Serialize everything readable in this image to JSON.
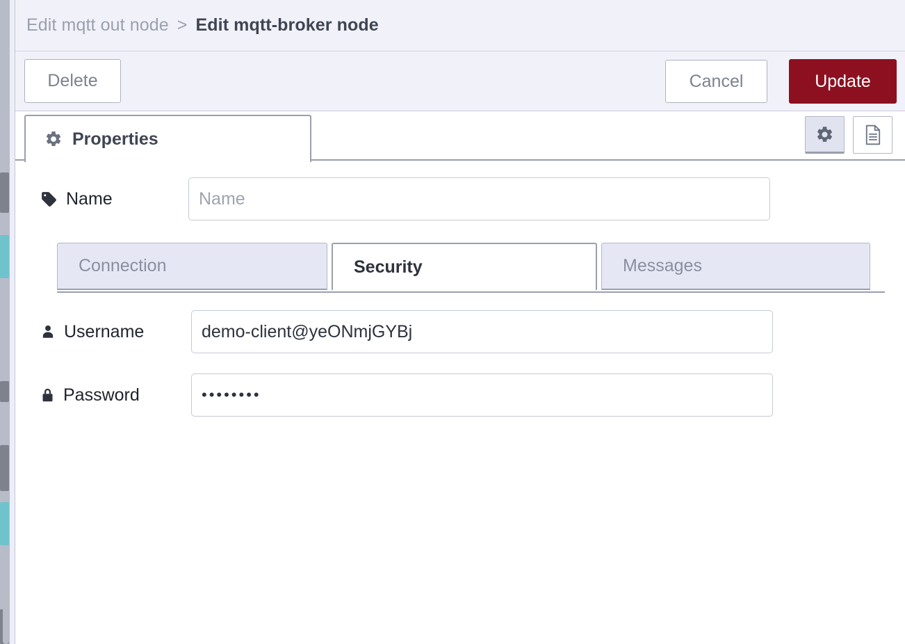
{
  "breadcrumb": {
    "parent": "Edit mqtt out node",
    "separator": ">",
    "current": "Edit mqtt-broker node"
  },
  "buttons": {
    "delete_label": "Delete",
    "cancel_label": "Cancel",
    "update_label": "Update",
    "update_color": "#8d1020"
  },
  "tabs": {
    "properties_label": "Properties",
    "properties_icon": "gear-icon",
    "tools": [
      {
        "name": "gear-icon",
        "active": true
      },
      {
        "name": "description-icon",
        "active": false
      }
    ]
  },
  "form": {
    "name": {
      "label": "Name",
      "icon": "tag-icon",
      "value": "",
      "placeholder": "Name"
    },
    "username": {
      "label": "Username",
      "icon": "user-icon",
      "value": "demo-client@yeONmjGYBj",
      "placeholder": ""
    },
    "password": {
      "label": "Password",
      "icon": "lock-icon",
      "value": "••••••••",
      "placeholder": ""
    }
  },
  "subtabs": [
    {
      "label": "Connection",
      "active": false
    },
    {
      "label": "Security",
      "active": true
    },
    {
      "label": "Messages",
      "active": false
    }
  ]
}
